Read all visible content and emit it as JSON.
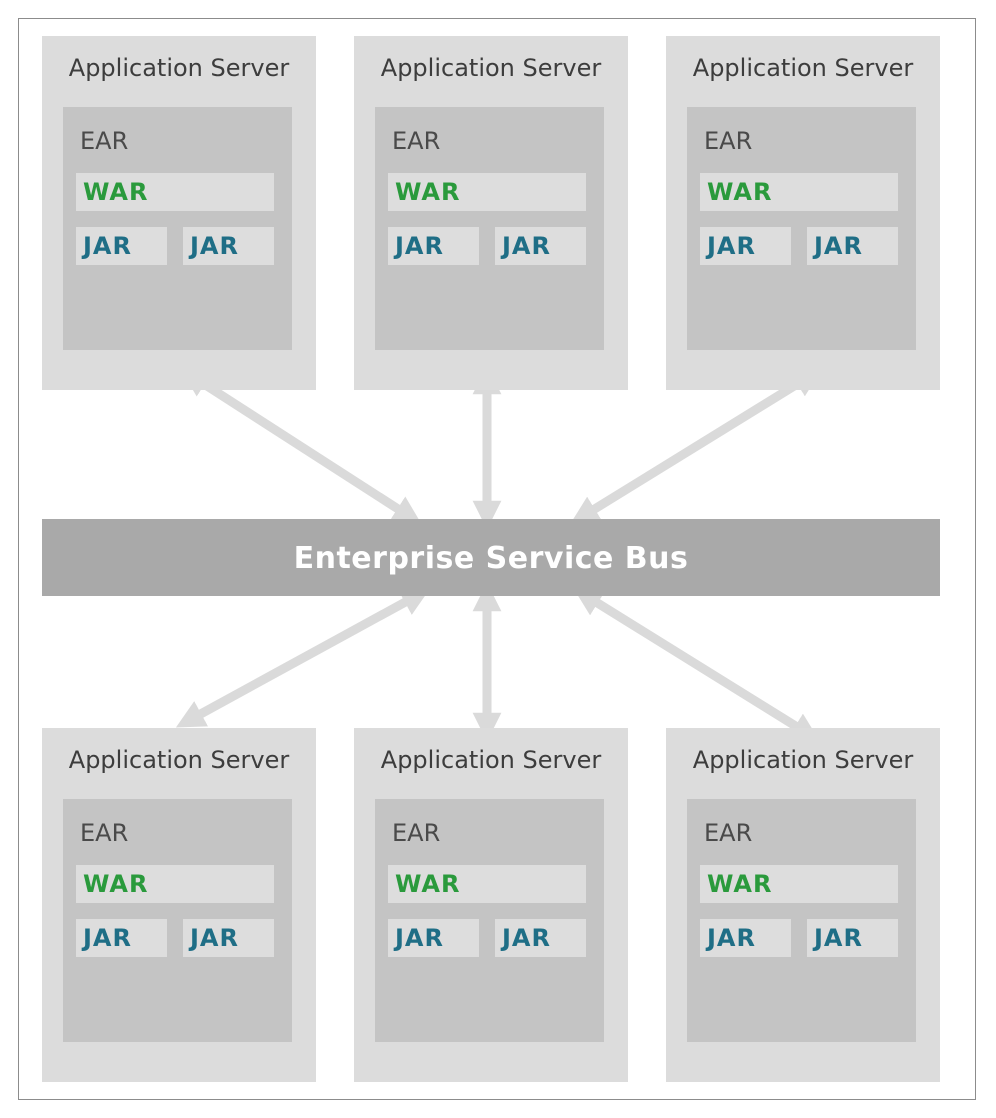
{
  "bus": {
    "label": "Enterprise Service Bus"
  },
  "servers": [
    {
      "title": "Application Server",
      "ear": "EAR",
      "war": "WAR",
      "jars": [
        "JAR",
        "JAR"
      ]
    },
    {
      "title": "Application Server",
      "ear": "EAR",
      "war": "WAR",
      "jars": [
        "JAR",
        "JAR"
      ]
    },
    {
      "title": "Application Server",
      "ear": "EAR",
      "war": "WAR",
      "jars": [
        "JAR",
        "JAR"
      ]
    },
    {
      "title": "Application Server",
      "ear": "EAR",
      "war": "WAR",
      "jars": [
        "JAR",
        "JAR"
      ]
    },
    {
      "title": "Application Server",
      "ear": "EAR",
      "war": "WAR",
      "jars": [
        "JAR",
        "JAR"
      ]
    },
    {
      "title": "Application Server",
      "ear": "EAR",
      "war": "WAR",
      "jars": [
        "JAR",
        "JAR"
      ]
    }
  ],
  "colors": {
    "server_bg": "#dcdcdc",
    "ear_bg": "#c4c4c4",
    "war_text": "#2a9a3c",
    "jar_text": "#1f6e86",
    "bus_bg": "#a9a9a9",
    "arrow": "#dadada"
  }
}
